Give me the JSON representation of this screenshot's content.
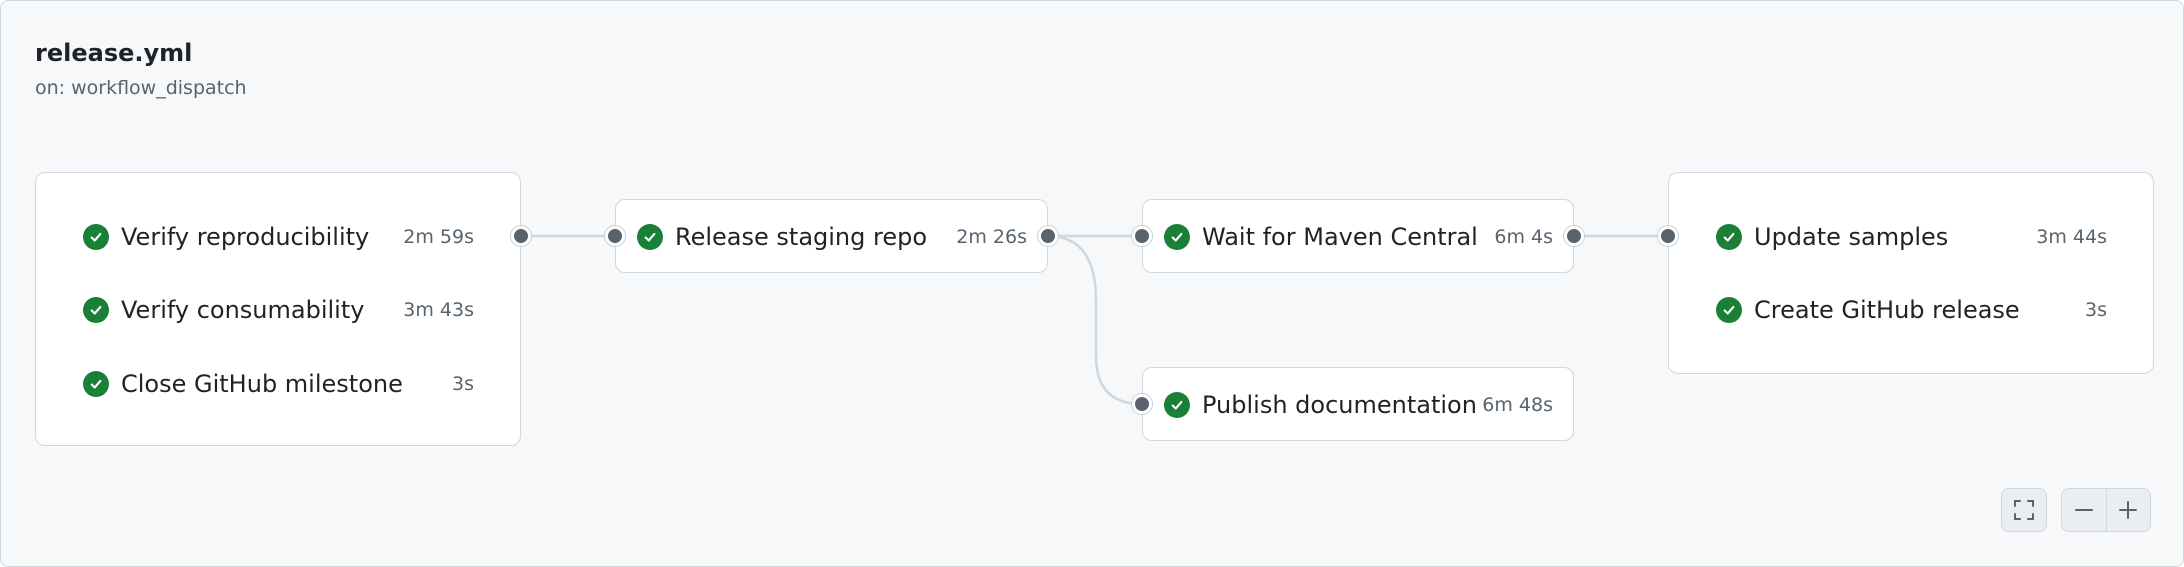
{
  "workflow": {
    "file": "release.yml",
    "trigger": "on: workflow_dispatch"
  },
  "stages": [
    {
      "jobs": [
        {
          "name": "Verify reproducibility",
          "duration": "2m 59s",
          "status": "success"
        },
        {
          "name": "Verify consumability",
          "duration": "3m 43s",
          "status": "success"
        },
        {
          "name": "Close GitHub milestone",
          "duration": "3s",
          "status": "success"
        }
      ]
    },
    {
      "jobs": [
        {
          "name": "Release staging repo",
          "duration": "2m 26s",
          "status": "success"
        }
      ]
    },
    {
      "jobs": [
        {
          "name": "Wait for Maven Central",
          "duration": "6m 4s",
          "status": "success"
        }
      ]
    },
    {
      "jobs": [
        {
          "name": "Publish documentation",
          "duration": "6m 48s",
          "status": "success"
        }
      ]
    },
    {
      "jobs": [
        {
          "name": "Update samples",
          "duration": "3m 44s",
          "status": "success"
        },
        {
          "name": "Create GitHub release",
          "duration": "3s",
          "status": "success"
        }
      ]
    }
  ],
  "controls": {
    "fullscreen_icon": "fullscreen-icon",
    "zoom_out_icon": "zoom-out-icon",
    "zoom_in_icon": "zoom-in-icon"
  },
  "colors": {
    "success": "#1a7f37",
    "connector": "#59636e",
    "edge": "#d0d7de"
  }
}
